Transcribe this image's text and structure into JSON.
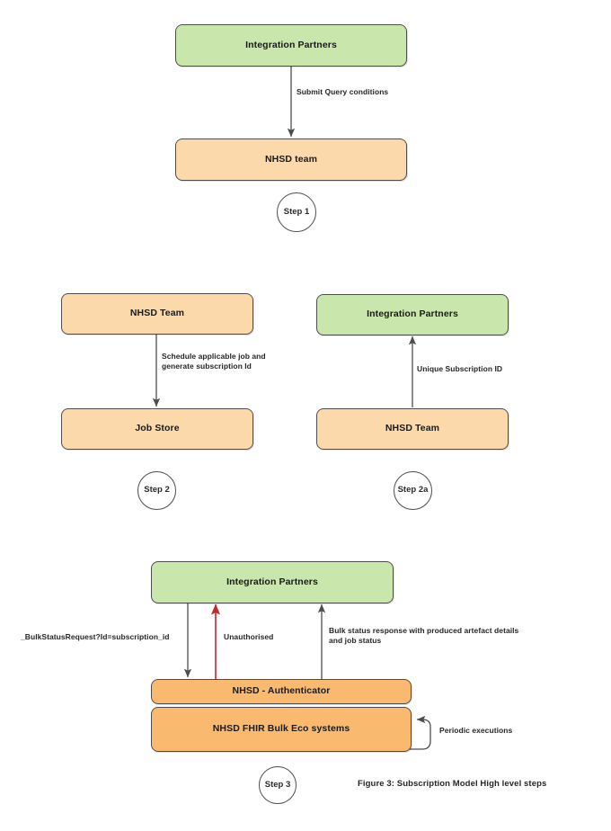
{
  "figure": {
    "caption": "Figure 3: Subscription Model High level steps",
    "colors": {
      "green_fill": "#c9e7ac",
      "orange_light_fill": "#fbd9ab",
      "orange_strong_fill": "#f9b96f",
      "node_border": "#4d4d4d",
      "arrow_default": "#4d4d4d",
      "arrow_error": "#cc2229",
      "text": "#1a1a1a",
      "background": "#ffffff"
    }
  },
  "steps": [
    {
      "id": "step-1",
      "badge": "Step 1",
      "nodes": [
        {
          "id": "s1-integration-partners",
          "label": "Integration Partners",
          "style": "green"
        },
        {
          "id": "s1-nhsd-team",
          "label": "NHSD team",
          "style": "orange-light"
        }
      ],
      "edges": [
        {
          "id": "s1-submit-query",
          "label": "Submit Query conditions",
          "from": "s1-integration-partners",
          "to": "s1-nhsd-team",
          "direction": "down",
          "color": "#4d4d4d"
        }
      ]
    },
    {
      "id": "step-2",
      "badge": "Step 2",
      "nodes": [
        {
          "id": "s2-nhsd-team",
          "label": "NHSD Team",
          "style": "orange-light"
        },
        {
          "id": "s2-job-store",
          "label": "Job Store",
          "style": "orange-light"
        }
      ],
      "edges": [
        {
          "id": "s2-schedule-job",
          "label": "Schedule applicable job and\ngenerate subscription Id",
          "from": "s2-nhsd-team",
          "to": "s2-job-store",
          "direction": "down",
          "color": "#4d4d4d"
        }
      ]
    },
    {
      "id": "step-2a",
      "badge": "Step\n2a",
      "nodes": [
        {
          "id": "s2a-integration-partners",
          "label": "Integration Partners",
          "style": "green"
        },
        {
          "id": "s2a-nhsd-team",
          "label": "NHSD Team",
          "style": "orange-light"
        }
      ],
      "edges": [
        {
          "id": "s2a-unique-subscription-id",
          "label": "Unique Subscription ID",
          "from": "s2a-nhsd-team",
          "to": "s2a-integration-partners",
          "direction": "up",
          "color": "#4d4d4d"
        }
      ]
    },
    {
      "id": "step-3",
      "badge": "Step 3",
      "nodes": [
        {
          "id": "s3-integration-partners",
          "label": "Integration Partners",
          "style": "green"
        },
        {
          "id": "s3-nhsd-authenticator",
          "label": "NHSD - Authenticator",
          "style": "orange-strong"
        },
        {
          "id": "s3-nhsd-fhir-bulk",
          "label": "NHSD FHIR Bulk Eco systems",
          "style": "orange-strong"
        }
      ],
      "edges": [
        {
          "id": "s3-bulk-status-request",
          "label": "_BulkStatusRequest?Id=subscription_id",
          "from": "s3-integration-partners",
          "to": "s3-nhsd-authenticator",
          "direction": "down",
          "color": "#4d4d4d"
        },
        {
          "id": "s3-unauthorised",
          "label": "Unauthorised",
          "from": "s3-nhsd-authenticator",
          "to": "s3-integration-partners",
          "direction": "up",
          "color": "#cc2229"
        },
        {
          "id": "s3-bulk-status-response",
          "label": "Bulk status response with produced artefact details\nand job status",
          "from": "s3-nhsd-authenticator",
          "to": "s3-integration-partners",
          "direction": "up",
          "color": "#4d4d4d"
        },
        {
          "id": "s3-periodic-executions",
          "label": "Periodic executions",
          "from": "s3-nhsd-fhir-bulk",
          "to": "s3-nhsd-fhir-bulk",
          "direction": "self-loop",
          "color": "#4d4d4d"
        }
      ]
    }
  ]
}
